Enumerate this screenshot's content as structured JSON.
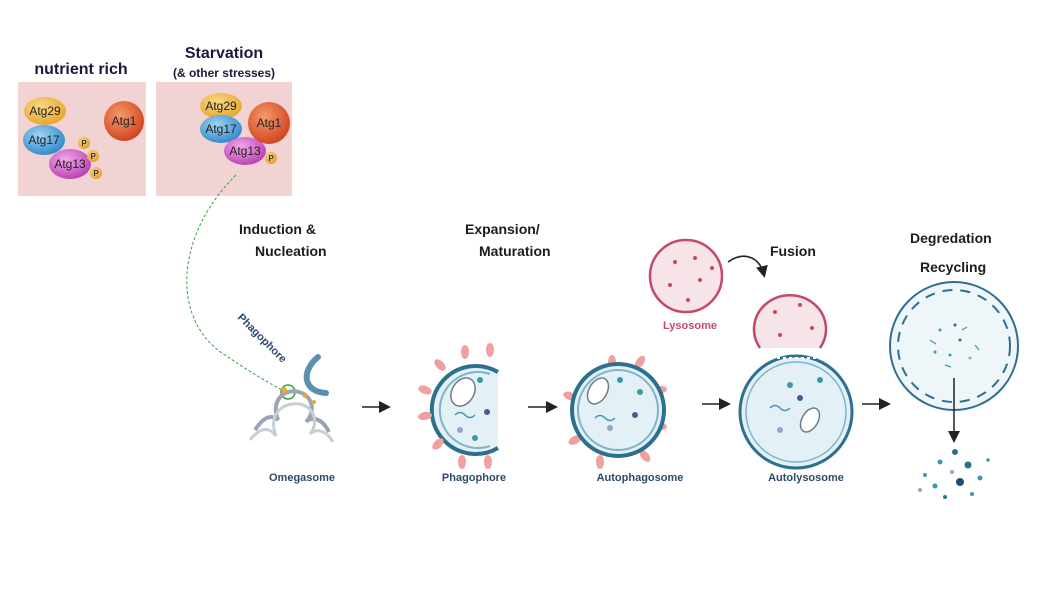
{
  "panels": {
    "nutrient_rich": {
      "title": "nutrient rich",
      "proteins": {
        "atg29": "Atg29",
        "atg17": "Atg17",
        "atg13": "Atg13",
        "atg1": "Atg1"
      },
      "phospho": [
        "P",
        "P",
        "P"
      ]
    },
    "starvation": {
      "title": "Starvation",
      "subtitle": "(& other stresses)",
      "proteins": {
        "atg29": "Atg29",
        "atg17": "Atg17",
        "atg13": "Atg13",
        "atg1": "Atg1"
      },
      "phospho": [
        "P"
      ]
    }
  },
  "stages": {
    "induction_line1": "Induction &",
    "induction_line2": "Nucleation",
    "expansion_line1": "Expansion/",
    "expansion_line2": "Maturation",
    "fusion": "Fusion",
    "degradation_line1": "Degredation",
    "degradation_line2": "Recycling"
  },
  "structures": {
    "phagophore_tag": "Phagophore",
    "omegasome": "Omegasome",
    "phagophore": "Phagophore",
    "autophagosome": "Autophagosome",
    "autolysosome": "Autolysosome",
    "lysosome": "Lysosome"
  },
  "colors": {
    "panel_bg": "#f2d3d3",
    "atg29": "#f0b43c",
    "atg17": "#4aa6e0",
    "atg13": "#d25bc8",
    "atg1": "#e2572d",
    "phospho": "#f0a830",
    "membrane": "#2d6f8e",
    "vesicle_fill": "#e3f1f7",
    "lysosome": "#c24a68",
    "lysosome_fill": "#f7e4e8",
    "pink_receptor": "#f0a0a0",
    "connector": "#3aa040"
  }
}
